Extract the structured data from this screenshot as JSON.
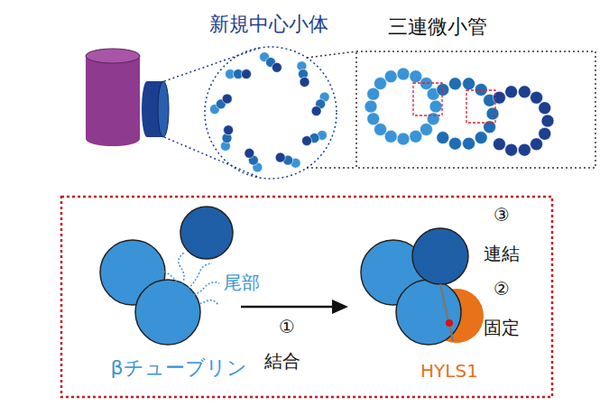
{
  "diagram": {
    "labels": [
      "新規中心小体",
      "三連微小管",
      "尾部",
      "βチューブリン",
      "①",
      "結合",
      "③",
      "連結",
      "②",
      "固定",
      "HYLS1"
    ]
  }
}
